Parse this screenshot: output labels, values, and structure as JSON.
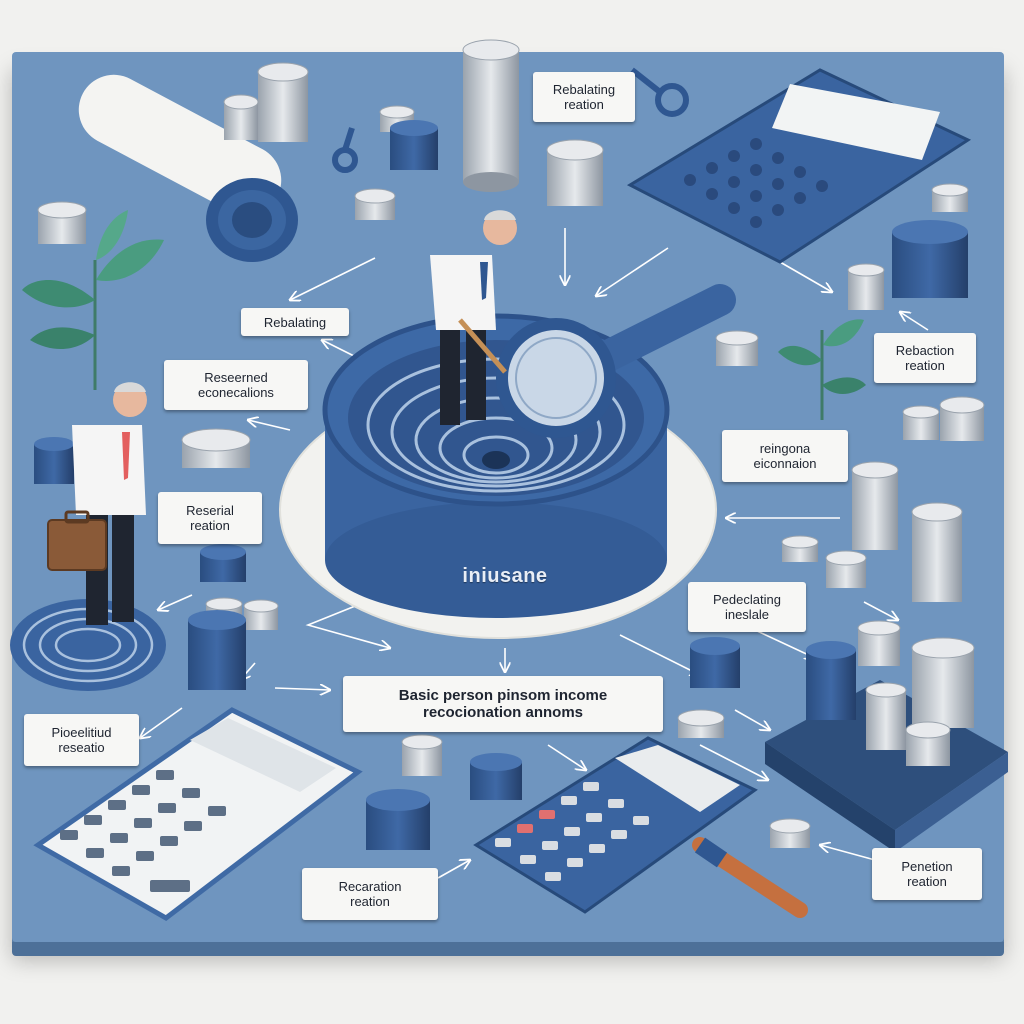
{
  "center": {
    "brand_text": "iniusane"
  },
  "labels": {
    "rebalancing_top": {
      "line1": "Rebalating",
      "line2": "reation"
    },
    "rebalancing_left": {
      "line1": "Rebalating"
    },
    "reserved": {
      "line1": "Reseerned",
      "line2": "econecalions"
    },
    "rebation_right": {
      "line1": "Rebaction",
      "line2": "reation"
    },
    "reinging": {
      "line1": "reingona",
      "line2": "eiconnaion"
    },
    "reserial": {
      "line1": "Reserial",
      "line2": "reation"
    },
    "predicting": {
      "line1": "Pedeclating",
      "line2": "ineslale"
    },
    "basic": {
      "line1": "Basic person pinsom income",
      "line2": "recocionation annoms"
    },
    "prosalitud": {
      "line1": "Pioeelitiud",
      "line2": "reseatio"
    },
    "recaration": {
      "line1": "Recaration",
      "line2": "reation"
    },
    "penetion": {
      "line1": "Penetion",
      "line2": "reation"
    }
  },
  "colors": {
    "board": "#6f95bf",
    "navy": "#2f5791",
    "coin": "#d9dde2",
    "label_bg": "#f7f7f5"
  },
  "icons": [
    "calculator-icon",
    "magnifier-icon",
    "maze-icon",
    "coin-stack-icon",
    "plant-icon",
    "scroll-icon",
    "key-icon",
    "person-icon",
    "briefcase-icon",
    "book-icon"
  ]
}
